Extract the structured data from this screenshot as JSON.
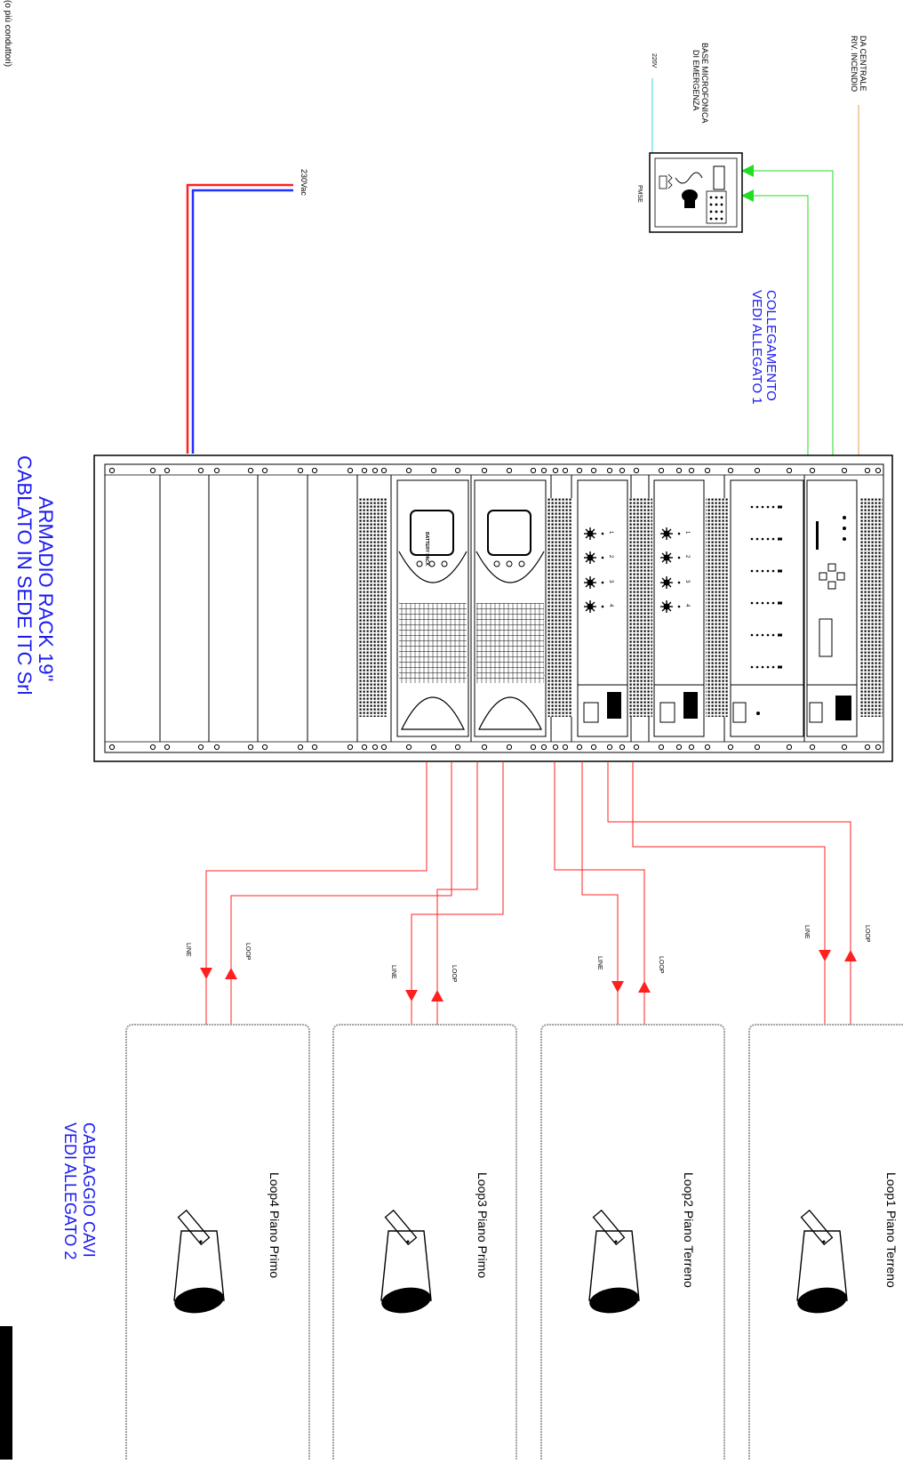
{
  "left_note": "(o più conduttori)",
  "power": {
    "label": "230Vac"
  },
  "mic_station": {
    "title": "BASE MICROFONICA DI EMERGENZA",
    "title_line1": "BASE MICROFONICA",
    "title_line2": "DI EMERGENZA",
    "supply_label": "220V",
    "device_label": "PMSE"
  },
  "fire_panel": {
    "label_line1": "DA CENTRALE",
    "label_line2": "RIV. INCENDIO"
  },
  "connection_note": {
    "line1": "COLLEGAMENTO",
    "line2": "VEDI ALLEGATO 1"
  },
  "rack": {
    "caption_line1": "ARMADIO RACK 19\"",
    "caption_line2": "CABLATO IN SEDE ITC Srl",
    "battery_label": "BATTERY PACK",
    "channel_numbers": [
      "1",
      "2",
      "3",
      "4"
    ]
  },
  "cabling_note": {
    "line1": "CABLAGGIO CAVI",
    "line2": "VEDI ALLEGATO 2"
  },
  "loops": [
    {
      "name": "Loop1 Piano Terreno",
      "line_label": "LINE",
      "loop_label": "LOOP"
    },
    {
      "name": "Loop2 Piano Terreno",
      "line_label": "LINE",
      "loop_label": "LOOP"
    },
    {
      "name": "Loop3 Piano Primo",
      "line_label": "LINE",
      "loop_label": "LOOP"
    },
    {
      "name": "Loop4 Piano Primo",
      "line_label": "LINE",
      "loop_label": "LOOP"
    }
  ],
  "colors": {
    "speaker_cable": "#ff2020",
    "signal_cable": "#22dd22",
    "fire_cable": "#e0a050",
    "supply_cable": "#40d0e0",
    "power_live": "#ff2020",
    "power_neutral": "#2030ff",
    "note_text": "#1a1af0"
  }
}
